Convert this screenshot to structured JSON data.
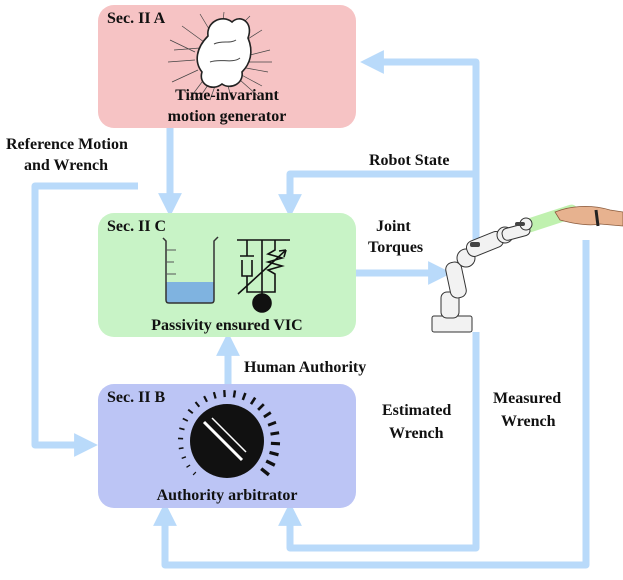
{
  "colors": {
    "arrow": "#b9dafa",
    "block_a": "#f6c3c4",
    "block_c": "#c8f3c6",
    "block_b": "#bcc5f5"
  },
  "blocks": {
    "a": {
      "section": "Sec. II A",
      "line1": "Time-invariant",
      "line2": "motion generator",
      "icon": "gripper-shape-sketch-icon"
    },
    "c": {
      "section": "Sec. II C",
      "caption": "Passivity ensured VIC",
      "icons": [
        "beaker-icon",
        "variable-spring-damper-icon"
      ]
    },
    "b": {
      "section": "Sec. II B",
      "caption": "Authority arbitrator",
      "icon": "authority-dial-icon"
    }
  },
  "signals": {
    "reference_line1": "Reference Motion",
    "reference_line2": "and Wrench",
    "robot_state": "Robot State",
    "joint_line1": "Joint",
    "joint_line2": "Torques",
    "human_authority": "Human Authority",
    "estimated_line1": "Estimated",
    "estimated_line2": "Wrench",
    "measured_line1": "Measured",
    "measured_line2": "Wrench"
  },
  "robot": {
    "icon": "robot-arm-with-human-hand-icon"
  }
}
